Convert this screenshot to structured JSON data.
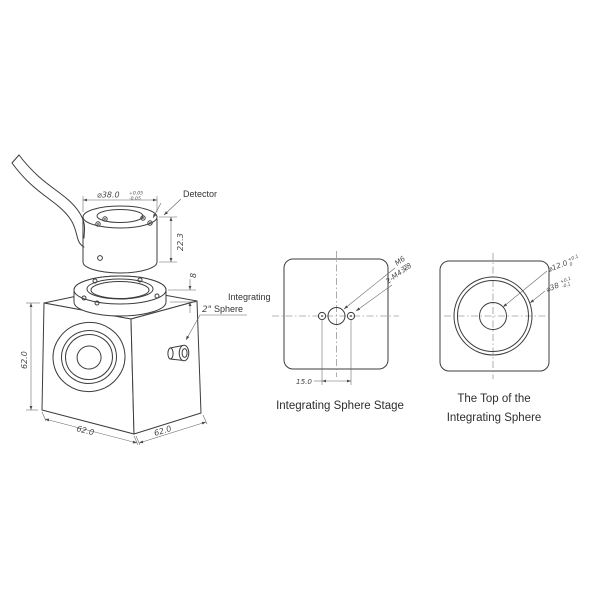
{
  "colors": {
    "line": "#3d3d3d",
    "dim_line": "#616161",
    "text": "#2e2e2e"
  },
  "pictorial_view": {
    "labels": {
      "detector": "Detector",
      "sphere_callout_line1": "Integrating",
      "sphere_callout_size": "2\"",
      "sphere_callout_word": "Sphere"
    },
    "dims": {
      "detector_dia": "⌀38.0",
      "detector_dia_tol_plus": "+0.05",
      "detector_dia_tol_minus": "-0.05",
      "detector_height": "22.3",
      "stage_height": "8",
      "cube_height": "62.0",
      "cube_width": "62.0",
      "cube_depth": "62.0"
    }
  },
  "stage_view": {
    "caption": "Integrating Sphere Stage",
    "center_hole_label": "M6",
    "side_holes_label": "2-M4深8",
    "hole_spacing": "15.0"
  },
  "top_view": {
    "caption_line1": "The Top of the",
    "caption_line2": "Integrating Sphere",
    "inner_dia": "⌀12.0",
    "inner_dia_tol_plus": "+0.1",
    "inner_dia_tol_minus": "0",
    "outer_dia": "⌀38",
    "outer_dia_tol_plus": "+0.1",
    "outer_dia_tol_minus": "-0.1"
  }
}
